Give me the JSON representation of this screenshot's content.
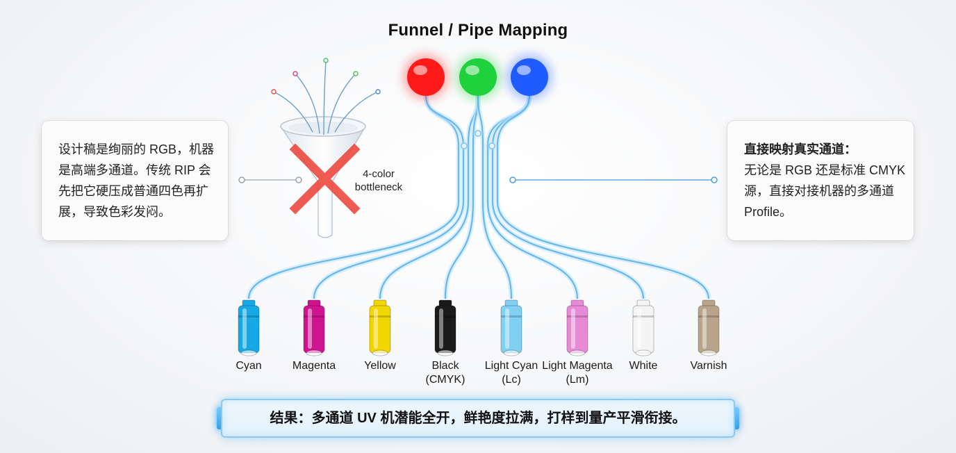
{
  "title": "Funnel / Pipe Mapping",
  "left_card": {
    "lines": [
      "设计稿是绚丽的 RGB，机器",
      "是高端多通道。传统 RIP 会",
      "先把它硬压成普通四色再扩",
      "展，导致色彩发闷。"
    ]
  },
  "right_card": {
    "heading": "直接映射真实通道：",
    "lines": [
      "无论是 RGB 还是标准 CMYK",
      "源，直接对接机器的多通道",
      "Profile。"
    ]
  },
  "bottleneck_label": [
    "4-color",
    "bottleneck"
  ],
  "sources": [
    {
      "name": "red",
      "color": "#ff1a1a"
    },
    {
      "name": "green",
      "color": "#1fd13a"
    },
    {
      "name": "blue",
      "color": "#1f5bff"
    }
  ],
  "inks": [
    {
      "label": [
        "Cyan"
      ],
      "color": "#17a9e6",
      "icon": "cyan-nozzle-icon"
    },
    {
      "label": [
        "Magenta"
      ],
      "color": "#d0138f",
      "icon": "magenta-nozzle-icon"
    },
    {
      "label": [
        "Yellow"
      ],
      "color": "#f2d600",
      "icon": "yellow-nozzle-icon"
    },
    {
      "label": [
        "Black",
        "(CMYK)"
      ],
      "color": "#1b1b1b",
      "icon": "black-nozzle-icon"
    },
    {
      "label": [
        "Light Cyan",
        "(Lc)"
      ],
      "color": "#7fd0f2",
      "icon": "light-cyan-nozzle-icon"
    },
    {
      "label": [
        "Light Magenta",
        "(Lm)"
      ],
      "color": "#e78ad6",
      "icon": "light-magenta-nozzle-icon"
    },
    {
      "label": [
        "White"
      ],
      "color": "#f4f4f4",
      "icon": "white-nozzle-icon"
    },
    {
      "label": [
        "Varnish"
      ],
      "color": "#b8a48a",
      "icon": "varnish-nozzle-icon"
    }
  ],
  "result_text": "结果：多通道 UV 机潜能全开，鲜艳度拉满，打样到量产平滑衔接。"
}
